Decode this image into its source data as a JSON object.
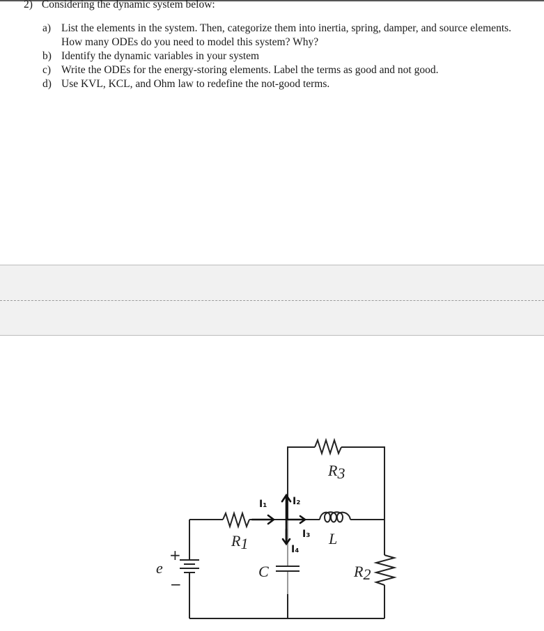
{
  "question": {
    "number": "2)",
    "title": "Considering the dynamic system below:",
    "items": [
      {
        "label": "a)",
        "text": "List the elements in the system. Then, categorize them into inertia, spring, damper, and source elements. How many ODEs do you need to model this system? Why?"
      },
      {
        "label": "b)",
        "text": "Identify the dynamic variables in your system"
      },
      {
        "label": "c)",
        "text": "Write the ODEs for the energy-storing elements. Label the terms as good and not good."
      },
      {
        "label": "d)",
        "text": "Use KVL, KCL, and Ohm law to redefine the not-good terms."
      }
    ]
  },
  "circuit": {
    "source": {
      "name": "e",
      "plus": "+",
      "minus": "−"
    },
    "resistors": [
      {
        "name": "R",
        "sub": "1"
      },
      {
        "name": "R",
        "sub": "2"
      },
      {
        "name": "R",
        "sub": "3"
      }
    ],
    "inductor": {
      "name": "L"
    },
    "capacitor": {
      "name": "C"
    },
    "currents": [
      {
        "label": "I₁",
        "direction": "right"
      },
      {
        "label": "I₂",
        "direction": "up"
      },
      {
        "label": "I₃",
        "direction": "right"
      },
      {
        "label": "I₄",
        "direction": "down"
      }
    ]
  },
  "colors": {
    "text": "#1a1a1a",
    "band_bg": "#f1f1f1",
    "band_border": "#bcbcbc",
    "wire": "#222222"
  }
}
